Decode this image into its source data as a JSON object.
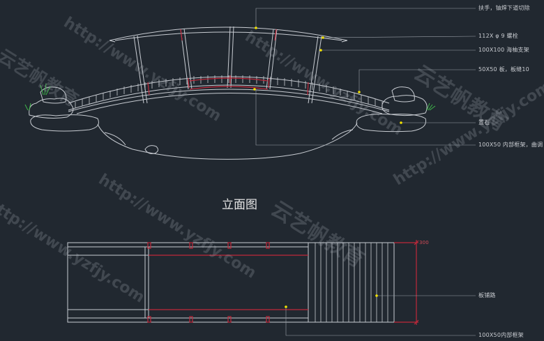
{
  "drawing": {
    "elevation_title": "立面图",
    "dimension_mark": "300",
    "elevation_labels": [
      "扶手，铀焊下道切除",
      "112X φ 9 螺栓",
      "100X100 海柚支架",
      "50X50 板，板缝10",
      "置石",
      "100X50 内部框架，曲调"
    ],
    "plan_labels": [
      "板铺路",
      "100X50内部框架"
    ]
  },
  "watermark": {
    "brand": "云艺帆教育",
    "url": "http://www.yzfjy.com"
  },
  "colors": {
    "background": "#212830",
    "line": "#c8ccd2",
    "accent_red": "#c0283a",
    "marker_yellow": "#f2e200"
  }
}
